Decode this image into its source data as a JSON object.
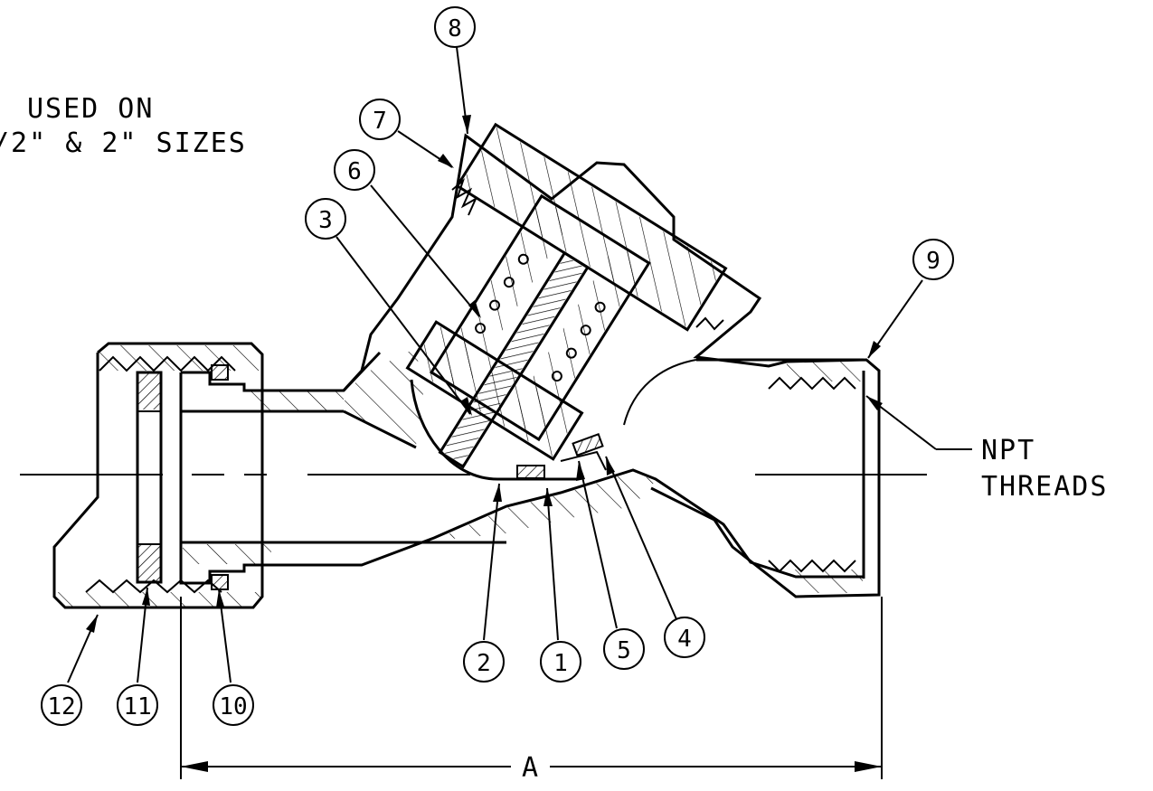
{
  "note": {
    "line1": "USED ON",
    "line2": "/2\" & 2\" SIZES"
  },
  "thread_callout": {
    "line1": "NPT",
    "line2": "THREADS"
  },
  "dimension": {
    "label": "A"
  },
  "balloons": [
    {
      "label": "8"
    },
    {
      "label": "7"
    },
    {
      "label": "6"
    },
    {
      "label": "3"
    },
    {
      "label": "9"
    },
    {
      "label": "2"
    },
    {
      "label": "1"
    },
    {
      "label": "5"
    },
    {
      "label": "4"
    },
    {
      "label": "12"
    },
    {
      "label": "11"
    },
    {
      "label": "10"
    }
  ]
}
